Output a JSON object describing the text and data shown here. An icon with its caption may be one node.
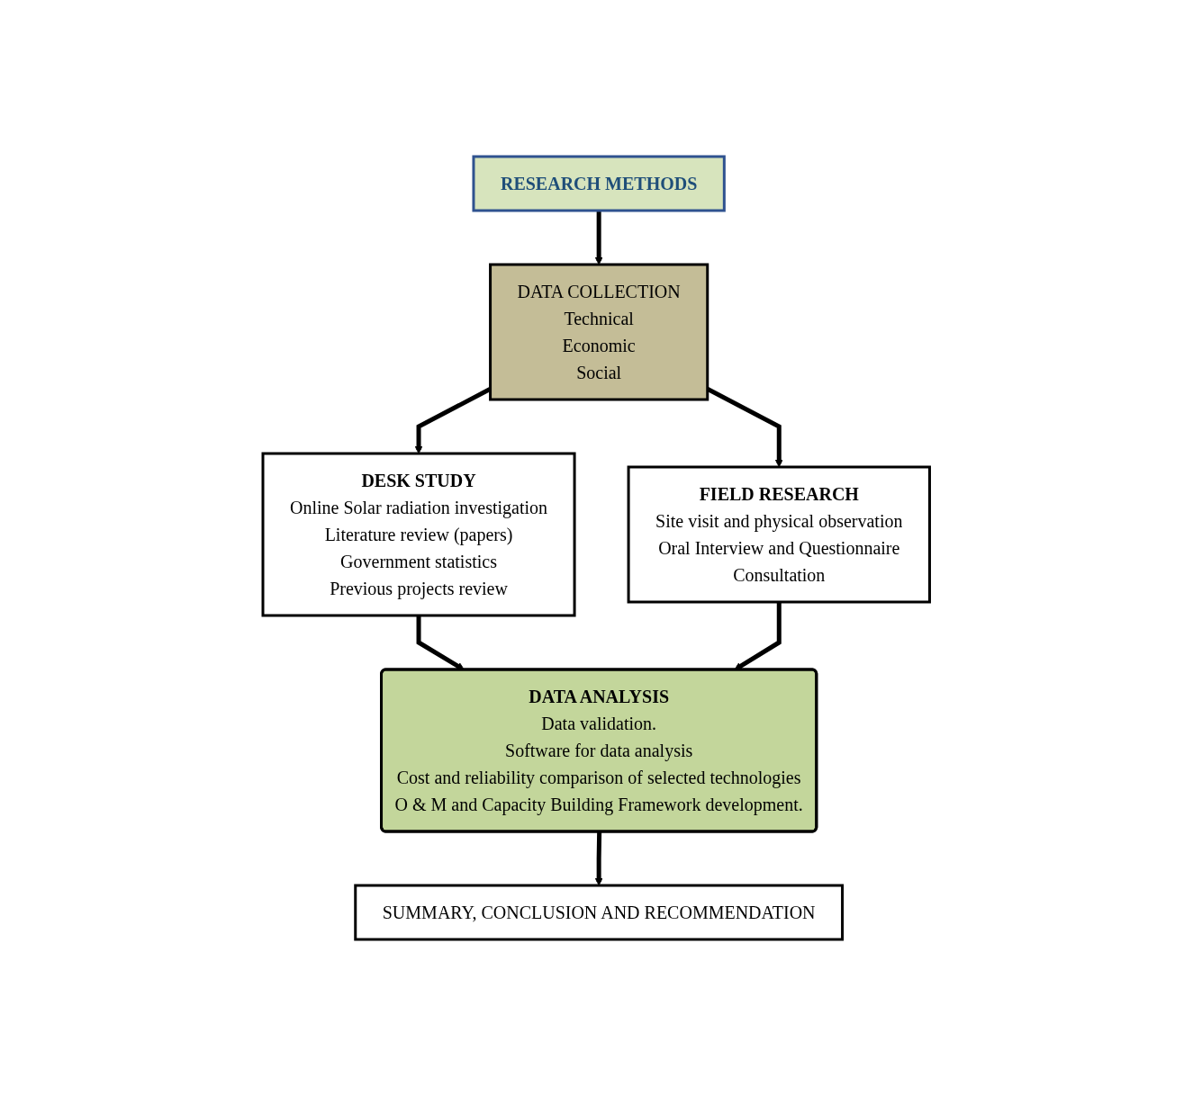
{
  "diagram": {
    "nodes": [
      {
        "text": [
          "RESEARCH METHODS"
        ]
      },
      {
        "text": [
          "DATA COLLECTION",
          "Technical",
          "Economic",
          "Social"
        ]
      },
      {
        "text": [
          "DESK STUDY",
          "Online Solar radiation investigation",
          "Literature review (papers)",
          "Government statistics",
          "Previous projects review"
        ]
      },
      {
        "text": [
          "FIELD RESEARCH",
          "Site visit and physical observation",
          "Oral Interview and Questionnaire",
          "Consultation"
        ]
      },
      {
        "text": [
          "DATA ANALYSIS",
          "Data validation.",
          "Software for data analysis",
          "Cost and reliability comparison of selected technologies",
          "O & M and Capacity Building Framework development."
        ]
      },
      {
        "text": [
          "SUMMARY, CONCLUSION AND RECOMMENDATION"
        ]
      }
    ],
    "edges": [
      {
        "from": 0,
        "to": 1,
        "arrow": "to"
      },
      {
        "from": 1,
        "to": 2,
        "arrow": "to"
      },
      {
        "from": 1,
        "to": 3,
        "arrow": "to"
      },
      {
        "from": 2,
        "to": 4,
        "arrow": "to"
      },
      {
        "from": 3,
        "to": 4,
        "arrow": "to"
      },
      {
        "from": 4,
        "to": 5,
        "arrow": "to"
      }
    ]
  }
}
